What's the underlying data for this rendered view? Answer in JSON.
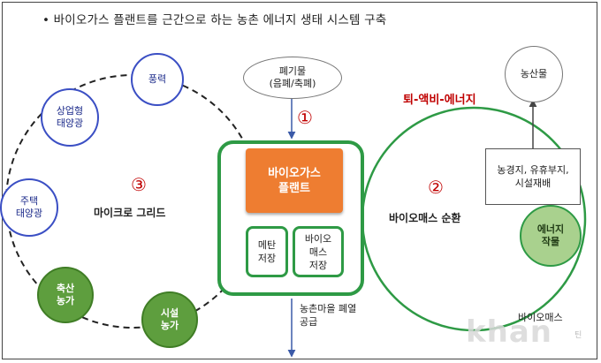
{
  "title": "•  바이오가스 플랜트를 근간으로 하는 농촌 에너지 생태 시스템 구축",
  "input_label": "폐기물\n(음폐/축폐)",
  "plant": {
    "core": "바이오가스\n플랜트",
    "methane_store": "메탄\n저장",
    "biomass_store": "바이오\n매스\n저장"
  },
  "output_label": "농촌마을 폐열\n공급",
  "loop1": {
    "number": "①"
  },
  "loop2": {
    "number": "②",
    "title": "바이오매스 순환",
    "top_label": "퇴-액비-에너지",
    "land_box": "농경지, 유휴부지,\n시설재배",
    "energy_crop": "에너지\n작물",
    "harvest": "농산물",
    "biomass_bottom": "바이오매스"
  },
  "loop3": {
    "number": "③",
    "title": "마이크로 그리드",
    "nodes": {
      "wind": "풍력",
      "commercial_solar": "상업형\n태양광",
      "house_solar": "주택\n태양광",
      "livestock_farm": "축산\n농가",
      "facility_farm": "시설\n농가"
    }
  },
  "watermark": "khan",
  "watermark_small": "틴",
  "colors": {
    "green": "#2e9a45",
    "orange": "#ee7d31",
    "blue": "#3b4fc4",
    "red": "#c00000"
  }
}
